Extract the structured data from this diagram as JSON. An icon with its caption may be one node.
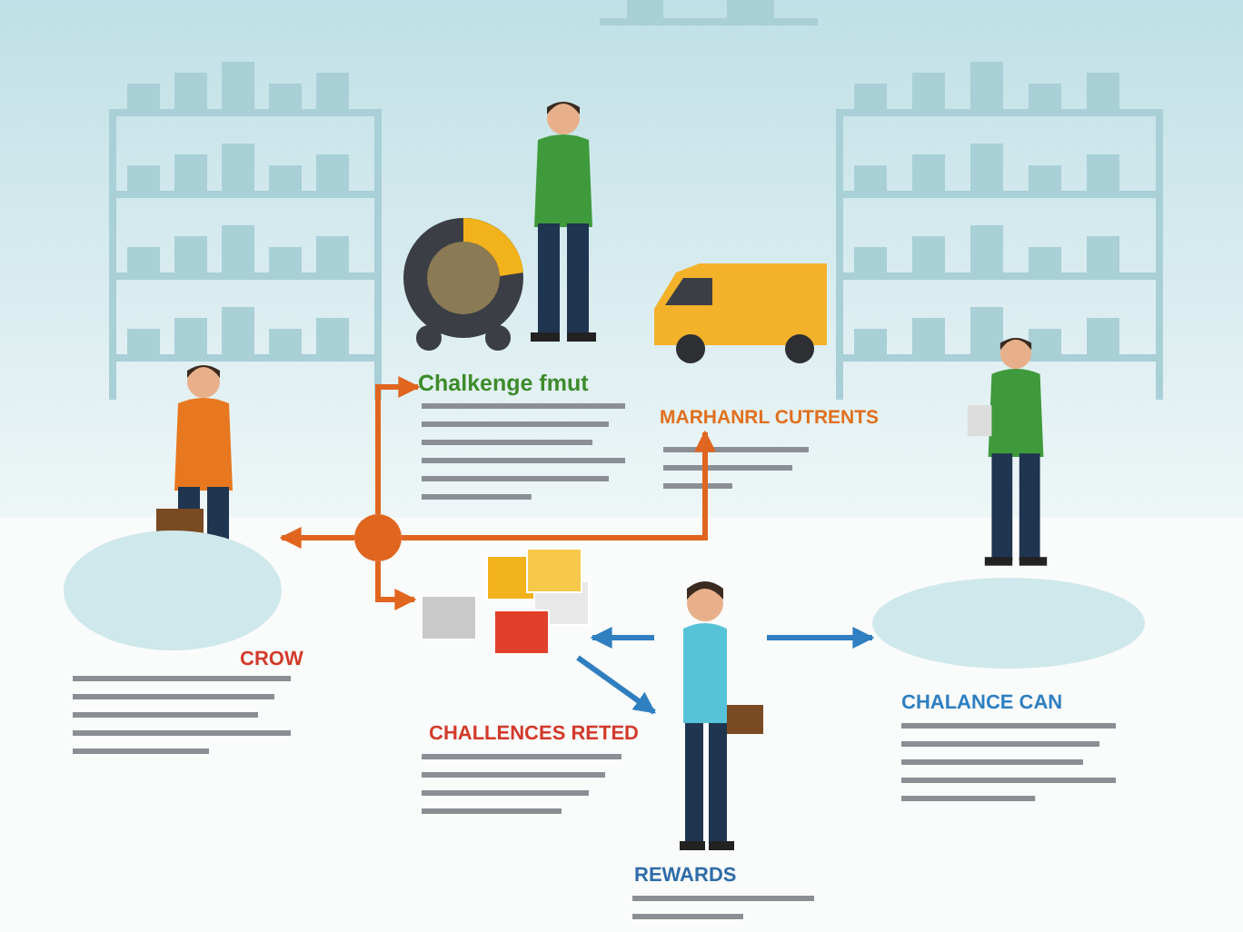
{
  "diagram": {
    "nodes": [
      {
        "text": [],
        "shape": "circle"
      },
      {
        "text": [
          "Chalkenge fmut"
        ]
      },
      {
        "text": [
          "MARHANRL CUTRENTS"
        ]
      },
      {
        "text": [],
        "shape": "ellipse",
        "beside": [
          "CROW"
        ]
      },
      {
        "text": [],
        "shape": "picture"
      },
      {
        "text": [],
        "shape": "person",
        "beside": [
          "REWARDS"
        ]
      },
      {
        "text": [],
        "shape": "ellipse",
        "beside": [
          "CHALANCE CAN"
        ]
      }
    ],
    "edges": [
      {
        "from": 0,
        "to": 1,
        "arrow": "to"
      },
      {
        "from": 0,
        "to": 3,
        "arrow": "to"
      },
      {
        "from": 0,
        "to": 2,
        "arrow": "to"
      },
      {
        "from": 0,
        "to": 4,
        "arrow": "to"
      },
      {
        "from": 5,
        "to": 4,
        "arrow": "to",
        "color": "#2f7fc1"
      },
      {
        "from": 5,
        "to": 6,
        "arrow": "to",
        "color": "#2f7fc1"
      },
      {
        "from": 4,
        "to": 5,
        "arrow": "to",
        "color": "#2f7fc1"
      }
    ],
    "labels": [
      "CHALLENCES RETED"
    ]
  }
}
